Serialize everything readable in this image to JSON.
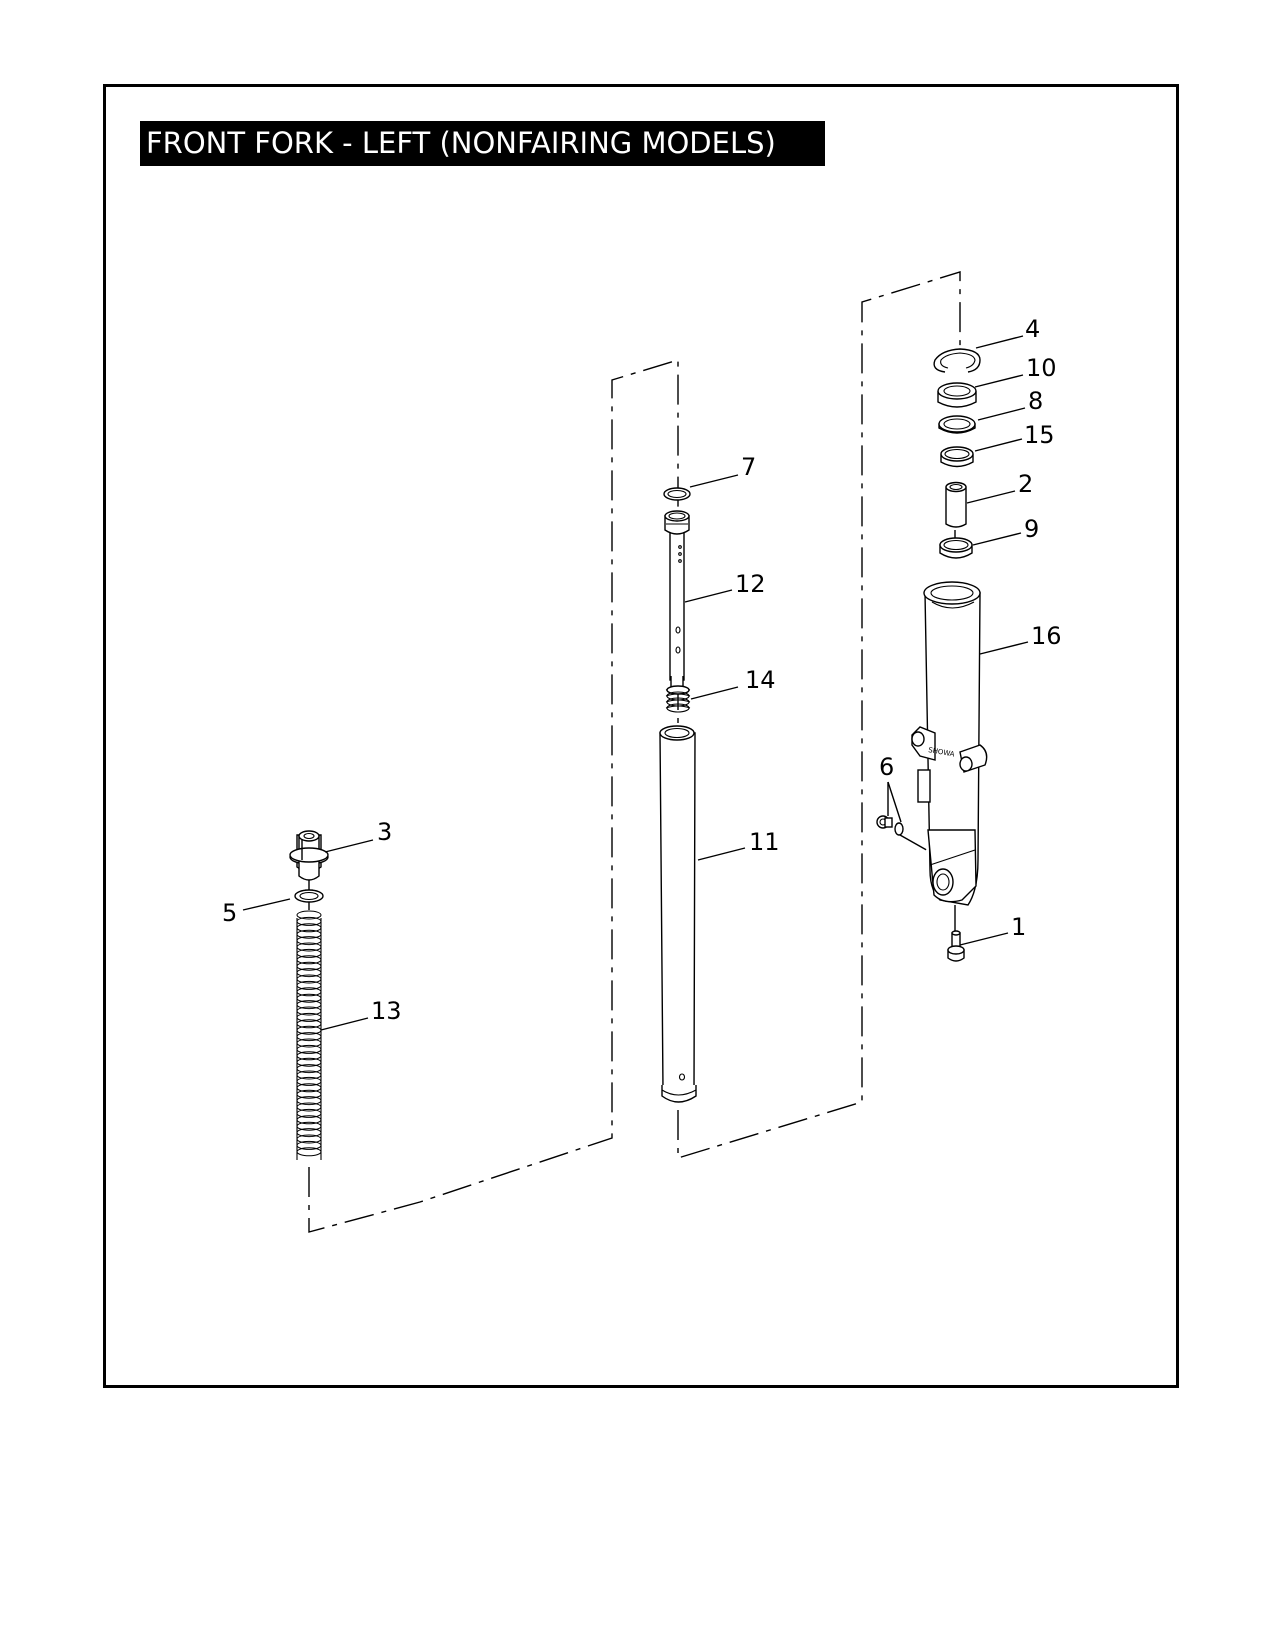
{
  "title": "FRONT FORK - LEFT (NONFAIRING MODELS)",
  "callouts": {
    "c1": "1",
    "c2": "2",
    "c3": "3",
    "c4": "4",
    "c5": "5",
    "c6": "6",
    "c7": "7",
    "c8": "8",
    "c9": "9",
    "c10": "10",
    "c11": "11",
    "c12": "12",
    "c13": "13",
    "c14": "14",
    "c15": "15",
    "c16": "16"
  },
  "colors": {
    "line": "#000000",
    "background": "#ffffff"
  }
}
